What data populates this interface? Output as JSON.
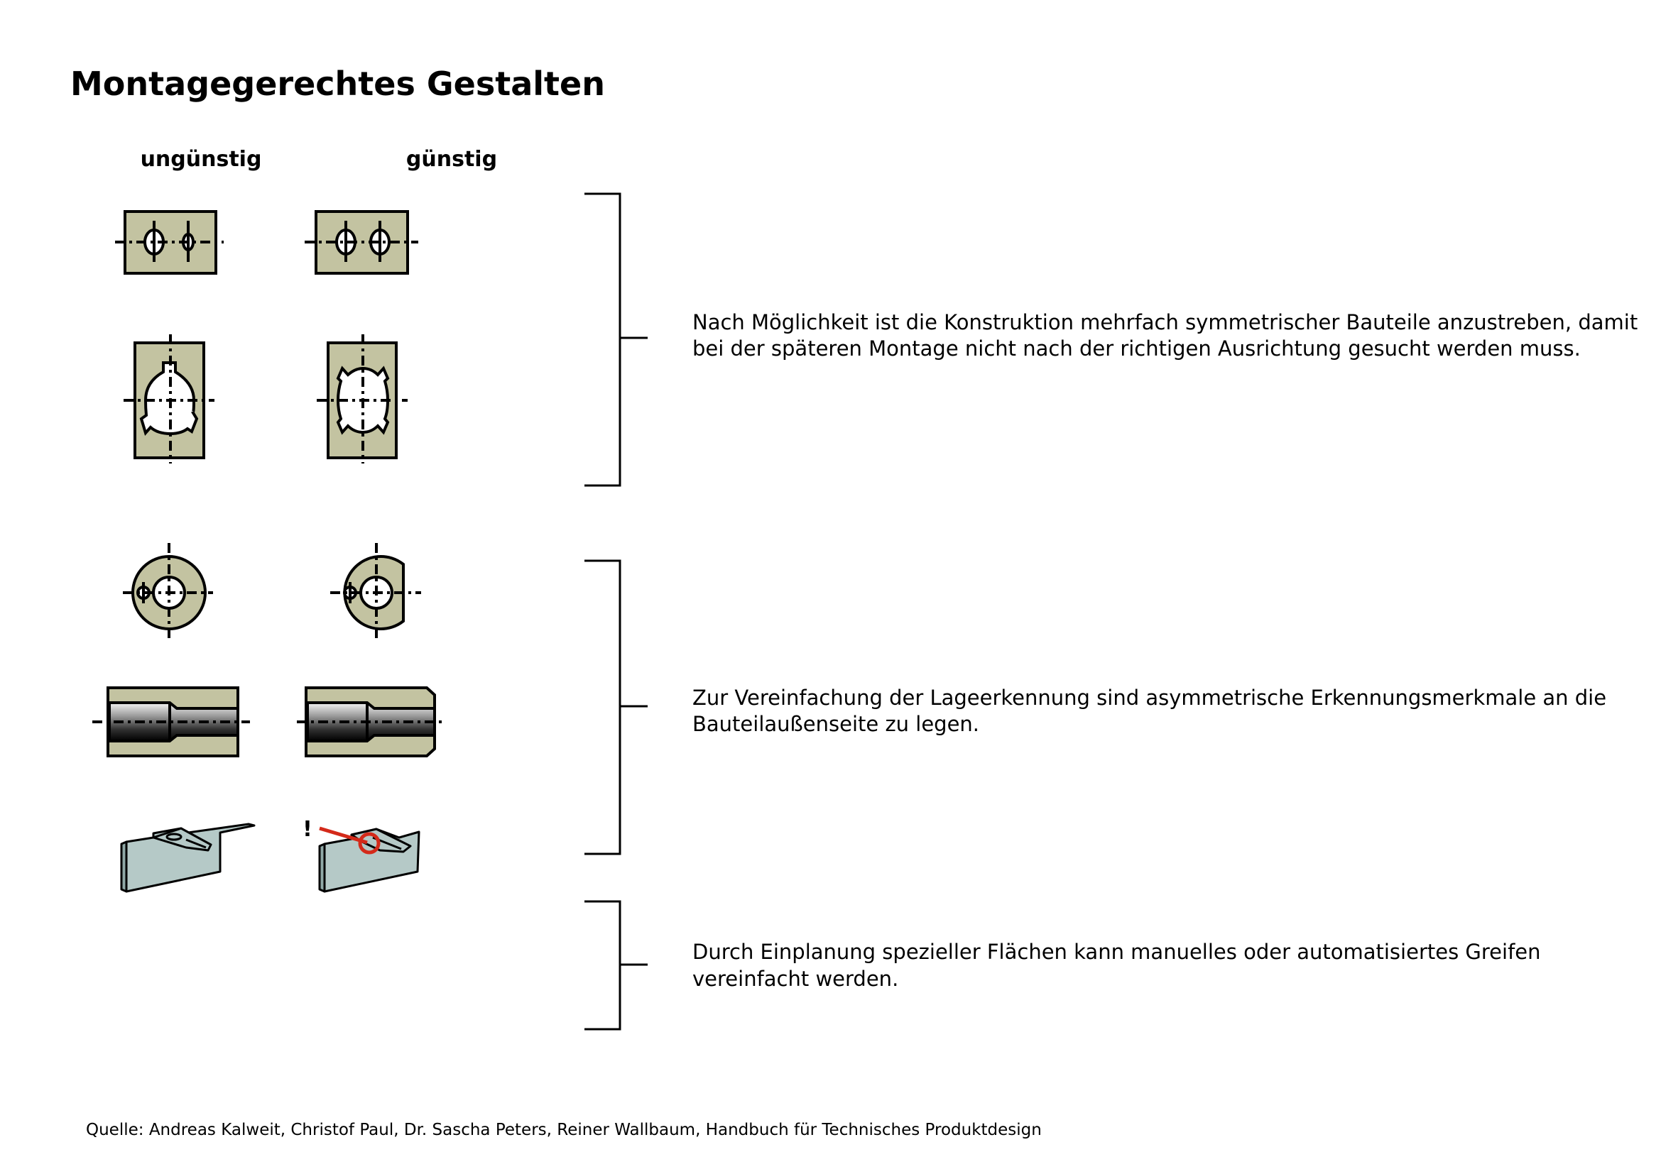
{
  "title": "Montagegerechtes Gestalten",
  "columns": {
    "bad": "ungünstig",
    "good": "günstig"
  },
  "rules": [
    {
      "lines": [
        "Nach Möglichkeit ist die Konstruktion mehrfach symmetrischer Bauteile anzustreben, damit",
        "bei der späteren Montage nicht nach der richtigen Ausrichtung gesucht werden muss."
      ]
    },
    {
      "lines": [
        "Zur Vereinfachung der Lageerkennung sind asymmetrische Erkennungsmerkmale an die",
        "Bauteilaußenseite zu legen."
      ]
    },
    {
      "lines": [
        "Durch Einplanung spezieller Flächen kann manuelles oder automatisiertes Greifen",
        "vereinfacht werden."
      ]
    }
  ],
  "highlight_mark": "!",
  "source": "Quelle: Andreas Kalweit, Christof Paul, Dr. Sascha Peters, Reiner Wallbaum, Handbuch für Technisches Produktdesign",
  "colors": {
    "material": "#c3c3a1",
    "part": "#b5c9c7",
    "highlight": "#d42a1a"
  }
}
